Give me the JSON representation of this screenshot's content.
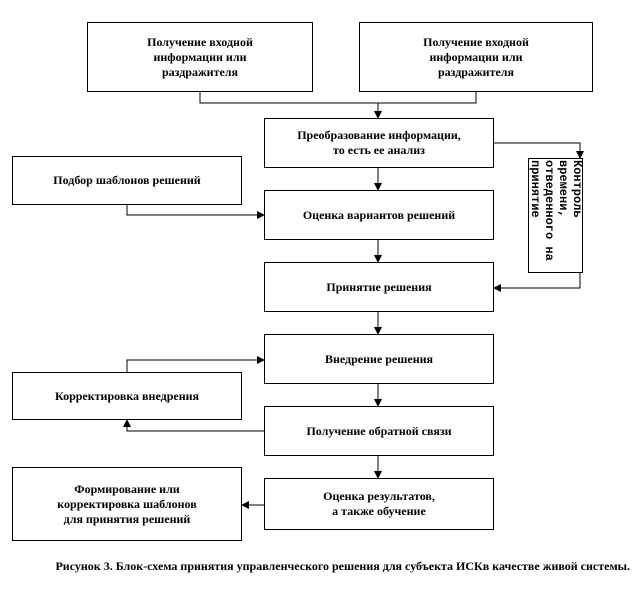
{
  "nodes": {
    "input1": "Получение входной\nинформации или\nраздражителя",
    "input2": "Получение входной\nинформации или\nраздражителя",
    "transform": "Преобразование информации,\nто есть ее анализ",
    "templates": "Подбор шаблонов решений",
    "evaluate": "Оценка вариантов решений",
    "time_control": "Контроль\nвремени,\nотведенного на\nпринятие",
    "decision": "Принятие решения",
    "implement": "Внедрение решения",
    "correction": "Корректировка внедрения",
    "feedback": "Получение обратной связи",
    "form_templates": "Формирование или\nкорректировка шаблонов\nдля принятия решений",
    "results": "Оценка результатов,\nа также обучение"
  },
  "caption": "Рисунок 3. Блок-схема принятия управленческого решения для субъекта ИСКв качестве живой системы."
}
